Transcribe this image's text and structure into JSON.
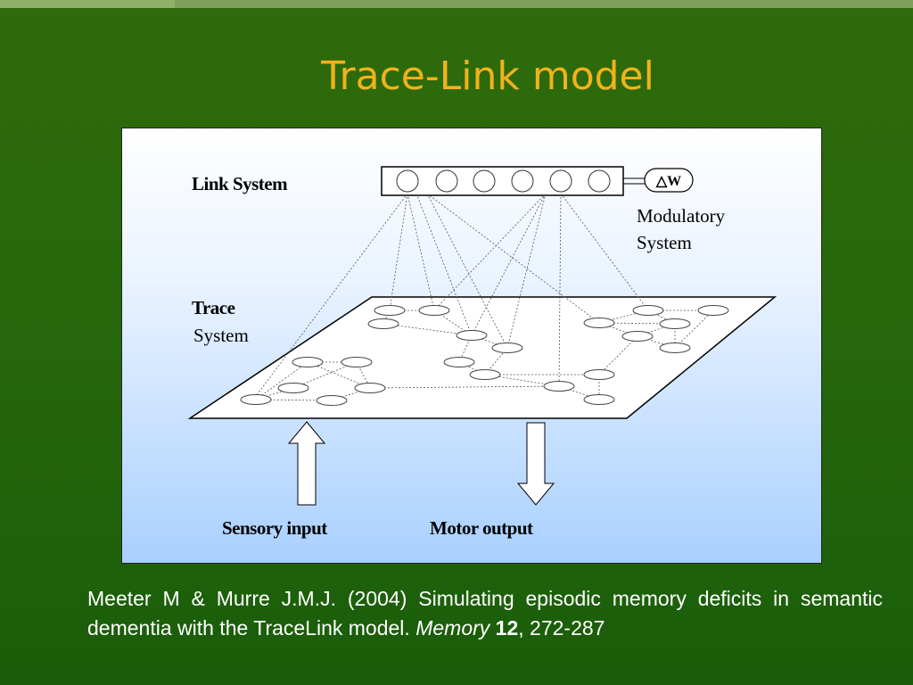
{
  "slide": {
    "title": "Trace-Link model"
  },
  "diagram": {
    "link_system_label": "Link System",
    "modulatory_label_line1": "Modulatory",
    "modulatory_label_line2": "System",
    "delta_w_label": "△W",
    "trace_label_line1": "Trace",
    "trace_label_line2": "System",
    "sensory_input_label": "Sensory input",
    "motor_output_label": "Motor output"
  },
  "citation": {
    "text": "Meeter M & Murre J.M.J. (2004) Simulating episodic memory deficits in semantic dementia with the TraceLink model.",
    "journal": "Memory",
    "volume": "12",
    "pages": ", 272-287"
  }
}
